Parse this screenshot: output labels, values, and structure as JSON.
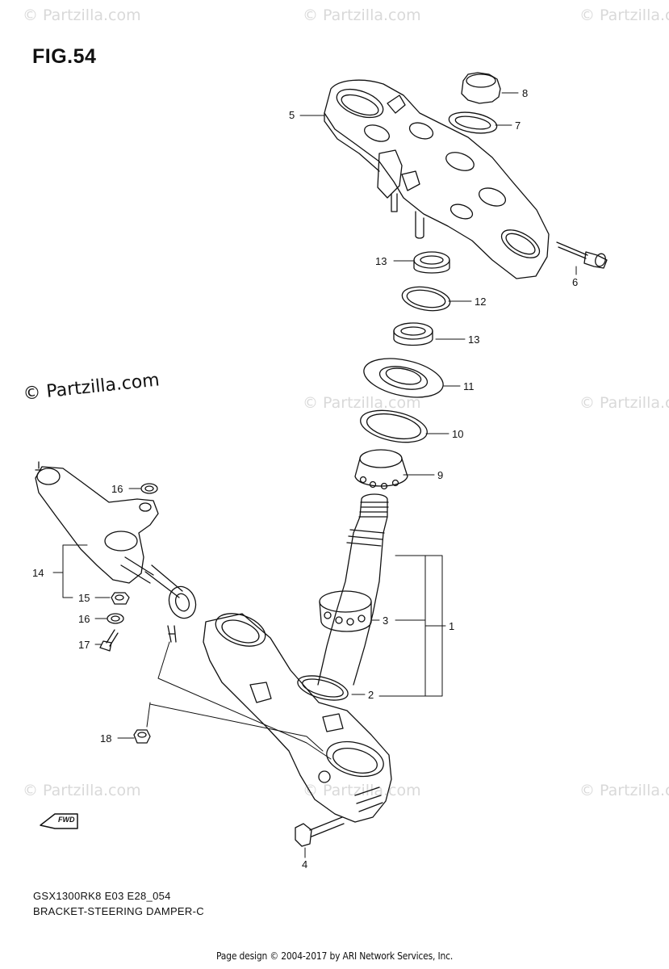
{
  "figure": {
    "title": "FIG.54",
    "code": "GSX1300RK8 E03 E28_054",
    "caption": "BRACKET-STEERING DAMPER-C"
  },
  "watermark": {
    "text": "© Partzilla.com",
    "small_text": "© Partzilla.com"
  },
  "footer": "Page design © 2004-2017 by ARI Network Services, Inc.",
  "fwd_label": "FWD",
  "callouts": [
    "5",
    "8",
    "7",
    "6",
    "13",
    "12",
    "13",
    "11",
    "10",
    "9",
    "16",
    "14",
    "15",
    "16",
    "17",
    "3",
    "1",
    "2",
    "18",
    "4"
  ]
}
